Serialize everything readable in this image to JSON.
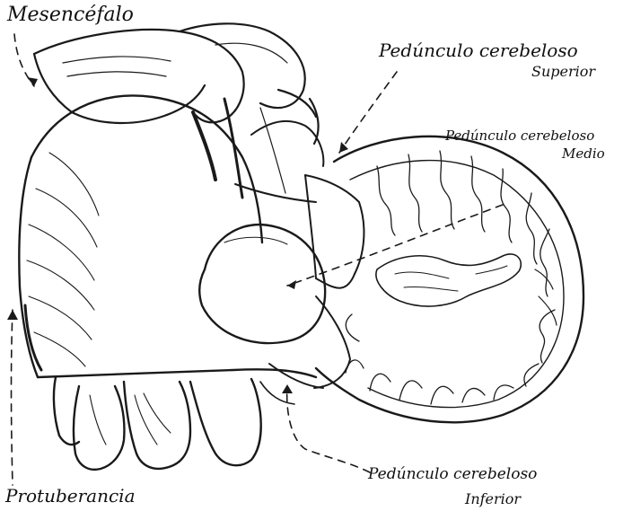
{
  "labels": {
    "mesencefalo": "Mesencéfalo",
    "superior_1": "Pedúnculo cerebeloso",
    "superior_2": "Superior",
    "medio_1": "Pedúnculo cerebeloso",
    "medio_2": "Medio",
    "inferior_1": "Pedúnculo cerebeloso",
    "inferior_2": "Inferior",
    "protuberancia": "Protuberancia"
  },
  "colors": {
    "ink": "#1a1a1a",
    "paper": "#ffffff"
  }
}
